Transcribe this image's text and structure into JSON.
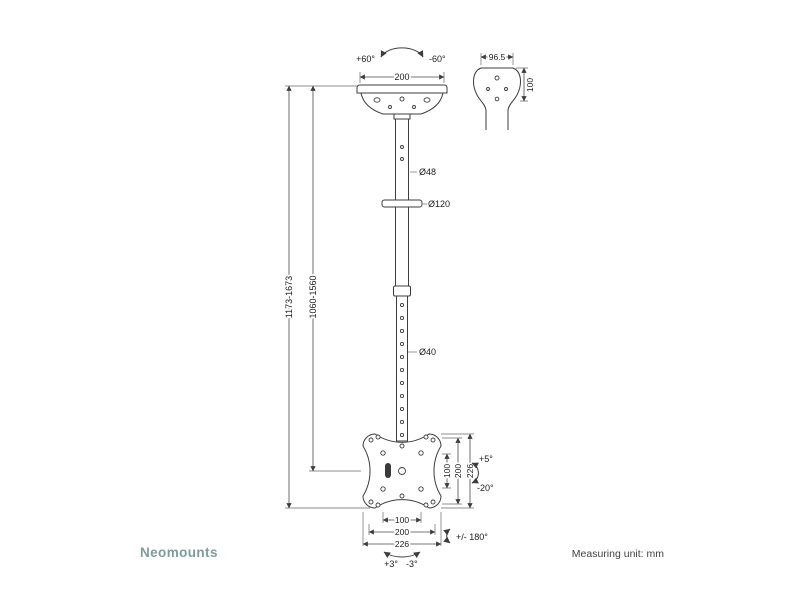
{
  "brand": "Neomounts",
  "footer": {
    "unit_note": "Measuring unit: mm"
  },
  "annotations": {
    "swivel_left": "+60°",
    "swivel_right": "-60°",
    "top_width": "200",
    "side_depth": "96.5",
    "side_height": "100",
    "dia_upper": "Ø48",
    "dia_collar": "Ø120",
    "dia_lower": "Ø40",
    "height_total": "1173-1673",
    "height_center": "1060-1560",
    "plate_v": [
      "100",
      "200",
      "226"
    ],
    "plate_h": [
      "100",
      "200",
      "226"
    ],
    "tilt_up": "+5°",
    "tilt_down": "-20°",
    "rotate_range": "+/- 180°",
    "level_left": "+3°",
    "level_right": "-3°"
  }
}
